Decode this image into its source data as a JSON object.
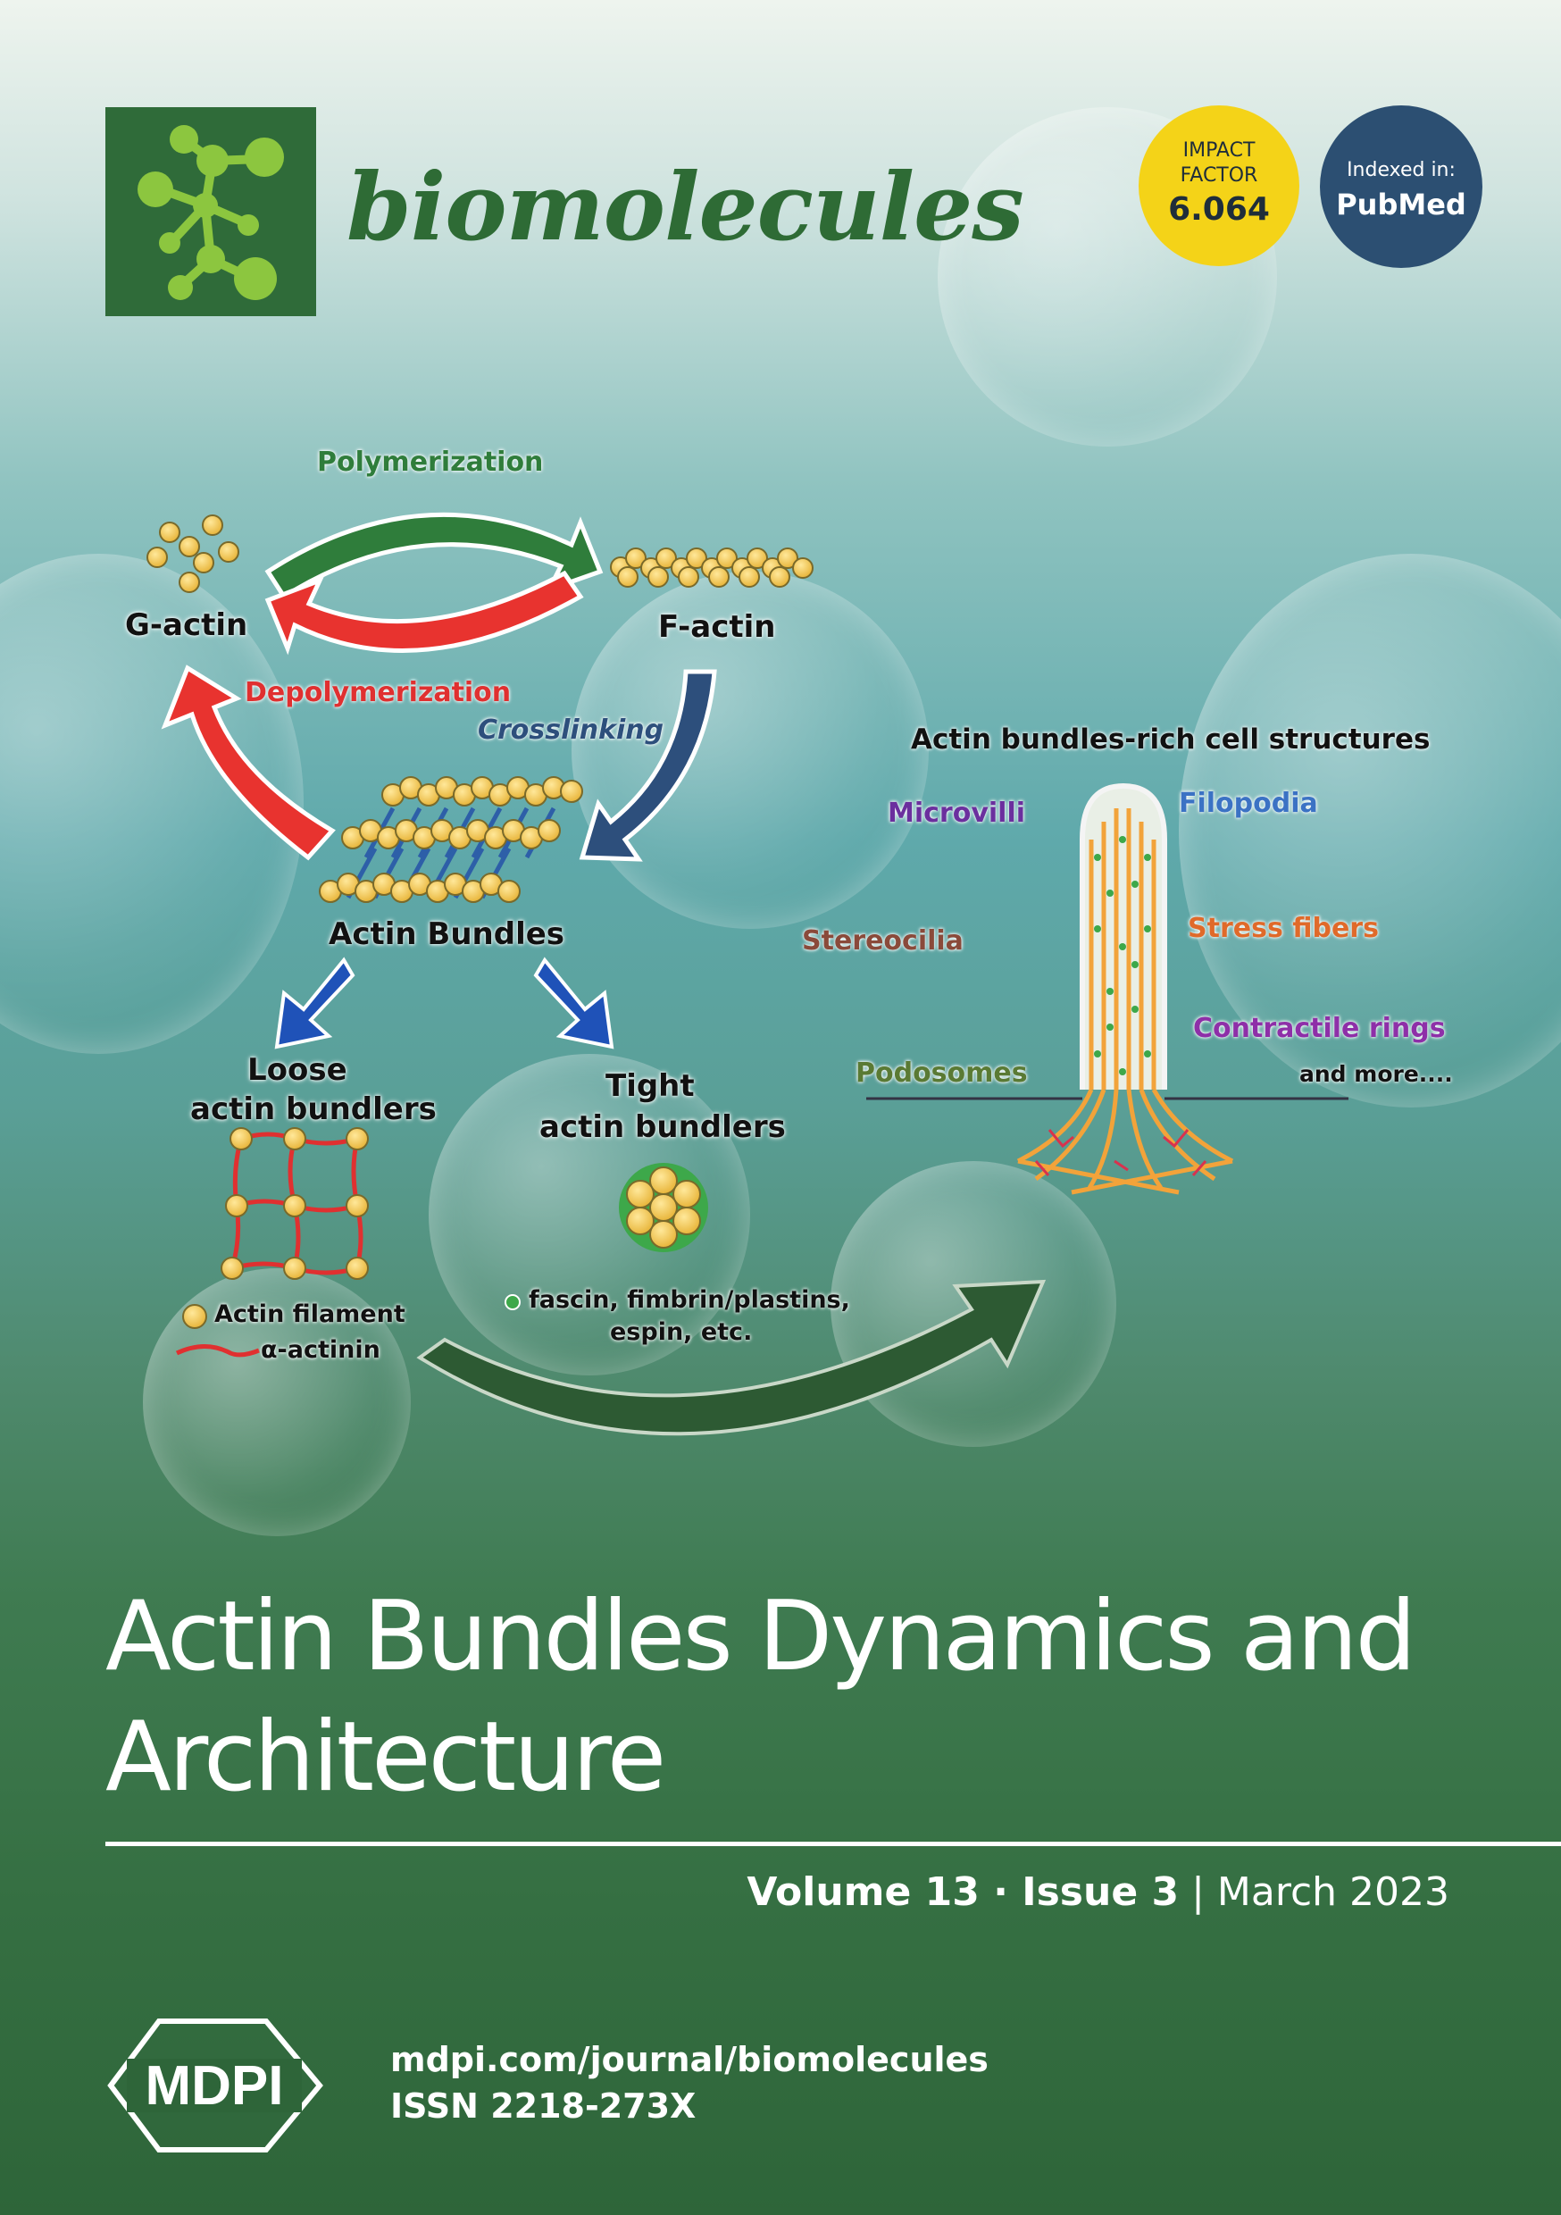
{
  "journal": {
    "name": "biomolecules",
    "brand_color": "#2e6b35"
  },
  "badges": {
    "impact_line1": "IMPACT",
    "impact_line2": "FACTOR",
    "impact_value": "6.064",
    "impact_color": "#f4d318",
    "indexed_line1": "Indexed in:",
    "indexed_line2": "PubMed",
    "indexed_color": "#2c4f72"
  },
  "diagram": {
    "polymerization": "Polymerization",
    "depolymerization": "Depolymerization",
    "crosslinking": "Crosslinking",
    "g_actin": "G-actin",
    "f_actin": "F-actin",
    "actin_bundles": "Actin Bundles",
    "loose_line1": "Loose",
    "loose_line2": "actin bundlers",
    "tight_line1": "Tight",
    "tight_line2": "actin bundlers",
    "legend_actin_filament": "Actin filament",
    "legend_alpha_actinin": "α-actinin",
    "tight_legend_line1": "fascin, fimbrin/plastins,",
    "tight_legend_line2": "espin, etc.",
    "structures_title": "Actin bundles-rich cell structures",
    "microvilli": "Microvilli",
    "filopodia": "Filopodia",
    "stereocilia": "Stereocilia",
    "stress_fibers": "Stress fibers",
    "contractile_rings": "Contractile rings",
    "podosomes": "Podosomes",
    "and_more": "and more...."
  },
  "cover_title": {
    "line1": "Actin Bundles Dynamics and",
    "line2": "Architecture"
  },
  "issue": {
    "volume": "Volume 13",
    "separator": " · ",
    "issue": "Issue 3",
    "divider": " | ",
    "date": "March 2023"
  },
  "publisher": {
    "logo_text": "MDPI",
    "url": "mdpi.com/journal/biomolecules",
    "issn": "ISSN 2218-273X"
  }
}
